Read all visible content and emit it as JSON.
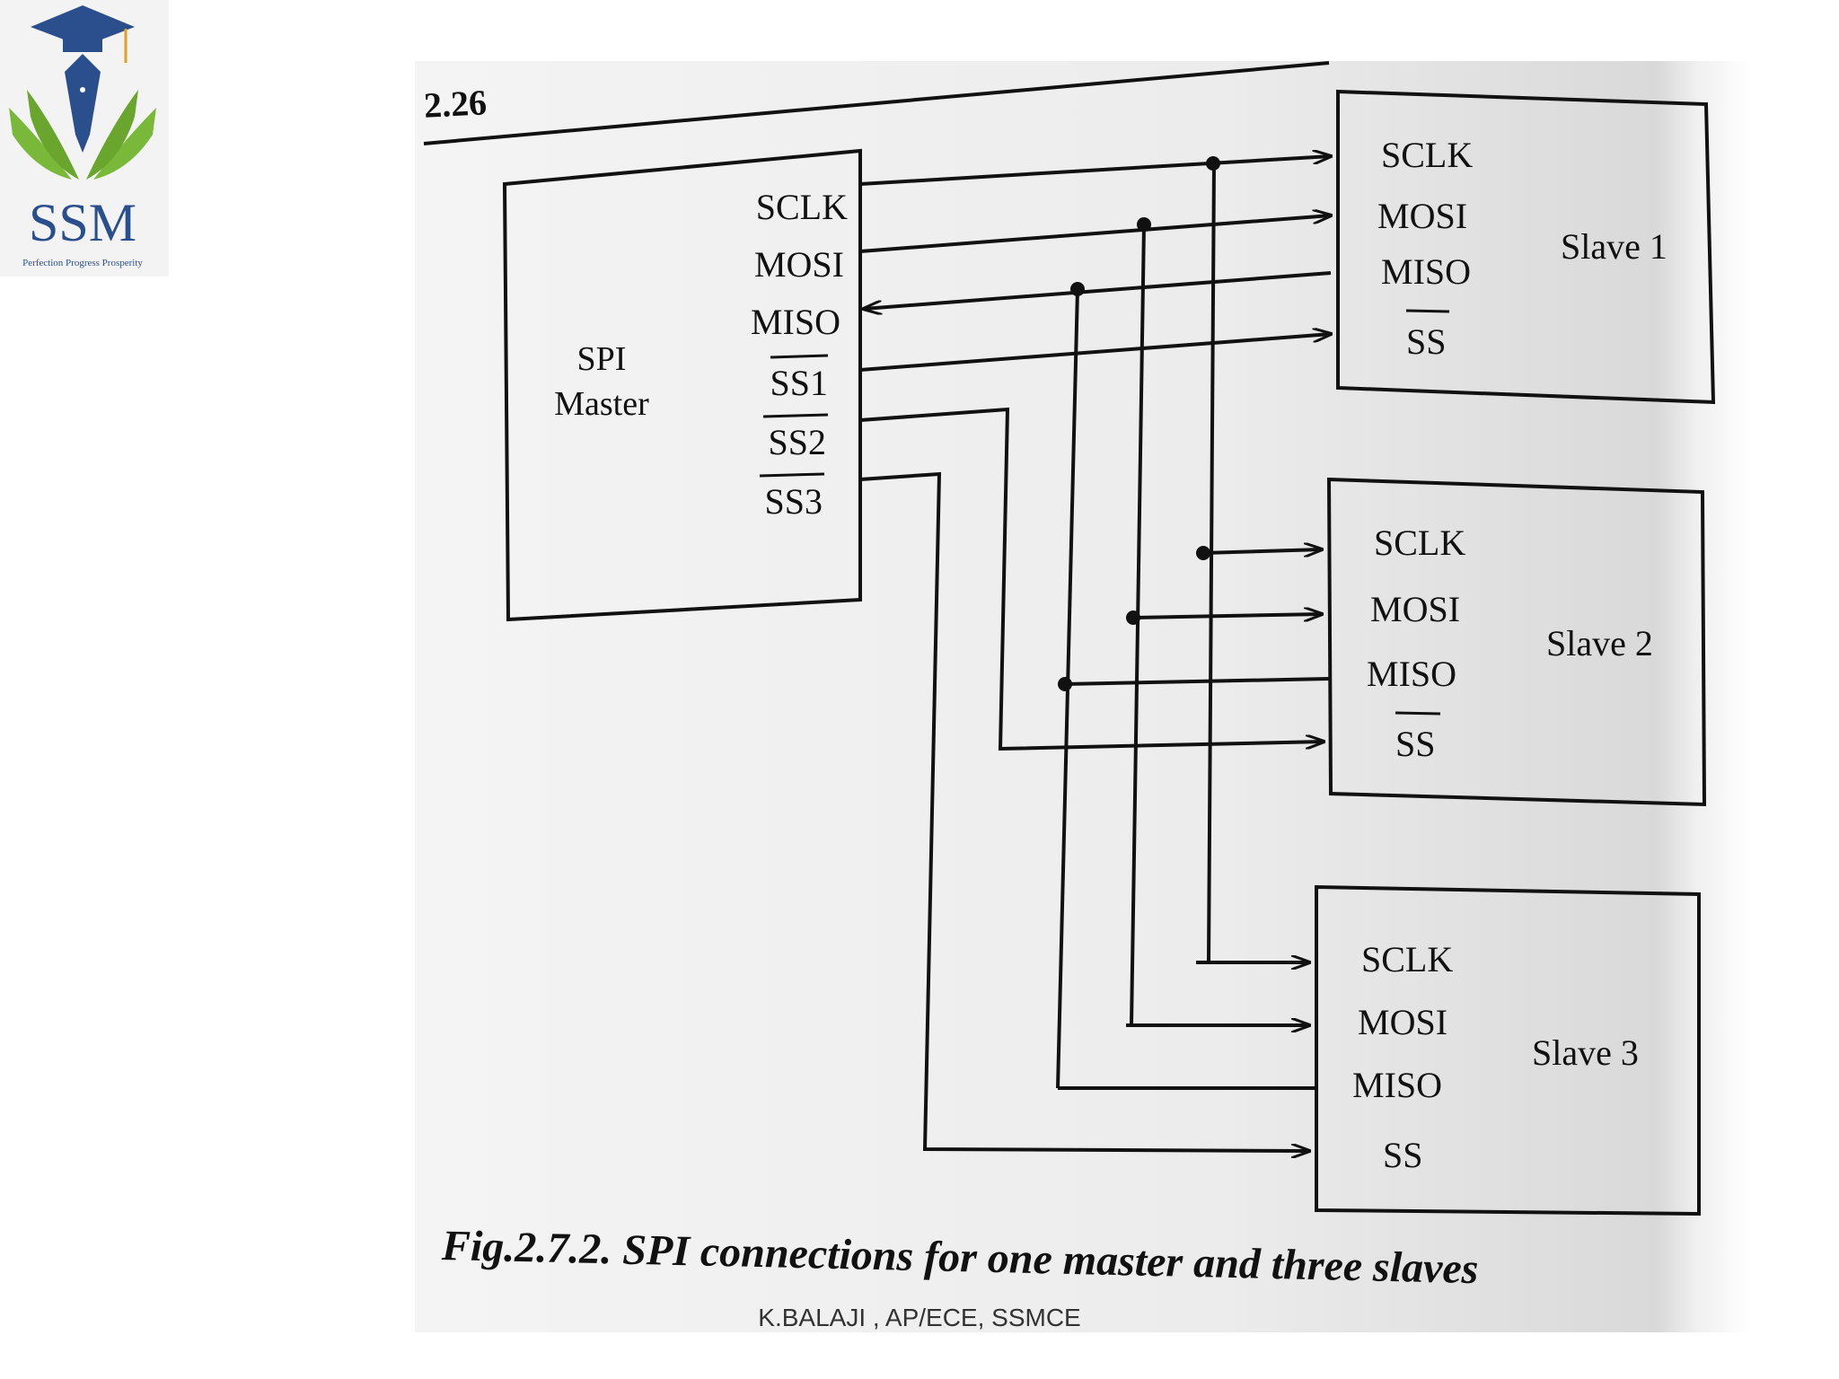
{
  "logo": {
    "text": "SSM",
    "tagline": "Perfection Progress Prosperity"
  },
  "page_number": "2.26",
  "master": {
    "title_line1": "SPI",
    "title_line2": "Master",
    "pins": [
      "SCLK",
      "MOSI",
      "MISO",
      "SS1",
      "SS2",
      "SS3"
    ]
  },
  "slaves": [
    {
      "name": "Slave 1",
      "pins": [
        "SCLK",
        "MOSI",
        "MISO",
        "SS"
      ]
    },
    {
      "name": "Slave 2",
      "pins": [
        "SCLK",
        "MOSI",
        "MISO",
        "SS"
      ]
    },
    {
      "name": "Slave 3",
      "pins": [
        "SCLK",
        "MOSI",
        "MISO",
        "SS"
      ]
    }
  ],
  "caption": "Fig.2.7.2. SPI connections for one master and three  slaves",
  "footer": "K.BALAJI , AP/ECE, SSMCE"
}
